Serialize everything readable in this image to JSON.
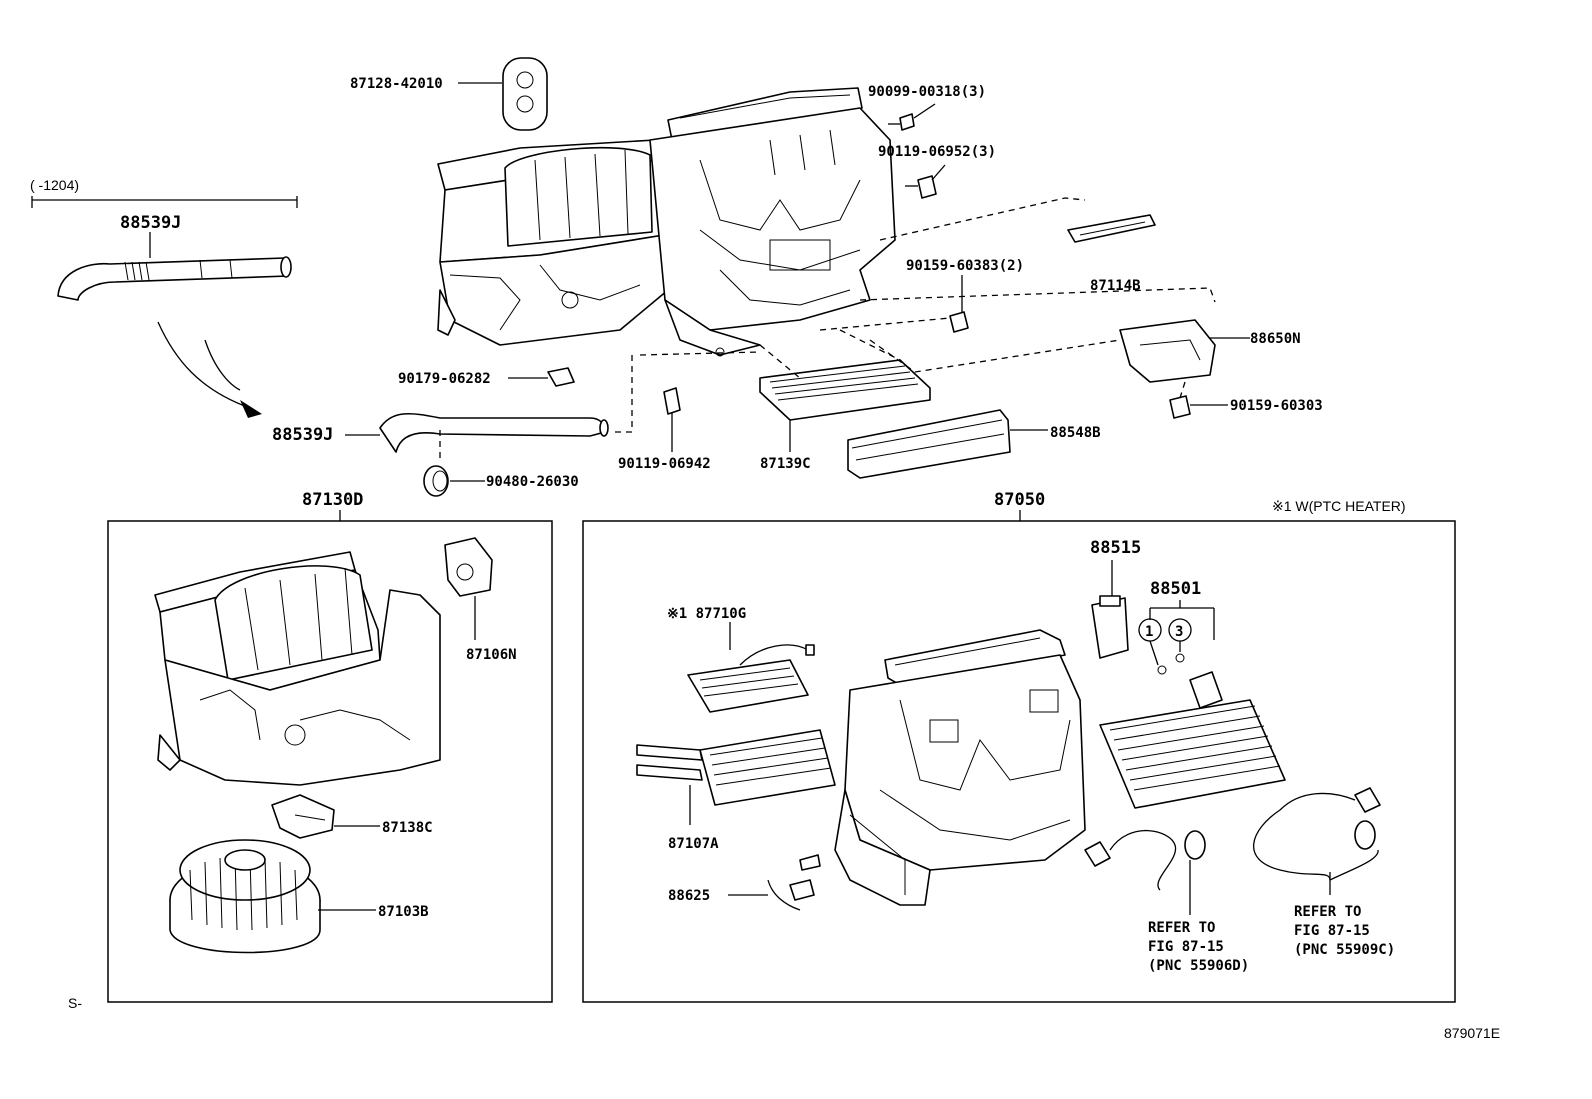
{
  "diagram_id": "879071E",
  "section_marker": "S-",
  "range_note": "(      -1204)",
  "note_1": "※1  W(PTC HEATER)",
  "callouts": {
    "p87128_42010": "87128-42010",
    "p90099_00318": "90099-00318(3)",
    "p90119_06952": "90119-06952(3)",
    "p88539J_top": "88539J",
    "p87114B": "87114B",
    "p90159_60383": "90159-60383(2)",
    "p88650N": "88650N",
    "p90179_06282": "90179-06282",
    "p90159_60303": "90159-60303",
    "p88539J_mid": "88539J",
    "p88548B": "88548B",
    "p87139C": "87139C",
    "p90119_06942": "90119-06942",
    "p90480_26030": "90480-26030",
    "p87130D": "87130D",
    "p87050": "87050",
    "p87106N": "87106N",
    "p87138C": "87138C",
    "p87103B": "87103B",
    "p88515": "88515",
    "p88501": "88501",
    "p87710G": "※1 87710G",
    "p87107A": "87107A",
    "p88625": "88625",
    "circle_1": "1",
    "circle_3": "3"
  },
  "references": {
    "ref_left": [
      "REFER TO",
      "FIG 87-15",
      "(PNC 55906D)"
    ],
    "ref_right": [
      "REFER TO",
      "FIG 87-15",
      "(PNC 55909C)"
    ]
  }
}
